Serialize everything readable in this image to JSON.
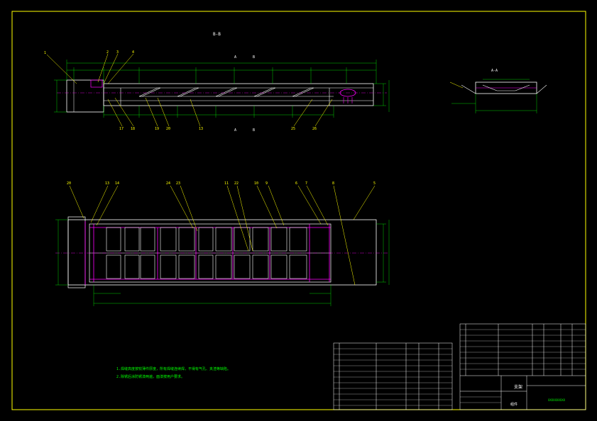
{
  "drawing": {
    "view_label_top": "B-B",
    "view_label_side": "A-A",
    "section_markers": [
      "A",
      "A",
      "B",
      "B"
    ],
    "part_callouts_top": [
      "1",
      "2",
      "3",
      "4",
      "17",
      "18",
      "19",
      "20",
      "13",
      "25",
      "26"
    ],
    "part_callouts_plan": [
      "20",
      "13",
      "14",
      "24",
      "23",
      "11",
      "22",
      "10",
      "9",
      "6",
      "7",
      "8",
      "5"
    ],
    "notes": [
      "1.焊缝高度按较薄件厚度，所有焊缝连续焊，不得有气孔、夹渣等缺陷。",
      "2.除锈后涂防锈漆两遍，面漆按用户要求。"
    ]
  },
  "title_block": {
    "drawing_title": "支架",
    "material": "组件",
    "company": "XXXXXXXXXX"
  },
  "colors": {
    "background": "#000000",
    "border": "#ffff00",
    "outline": "#ffffff",
    "dimension": "#00ff00",
    "hidden": "#ff00ff",
    "leader": "#ffff00"
  }
}
